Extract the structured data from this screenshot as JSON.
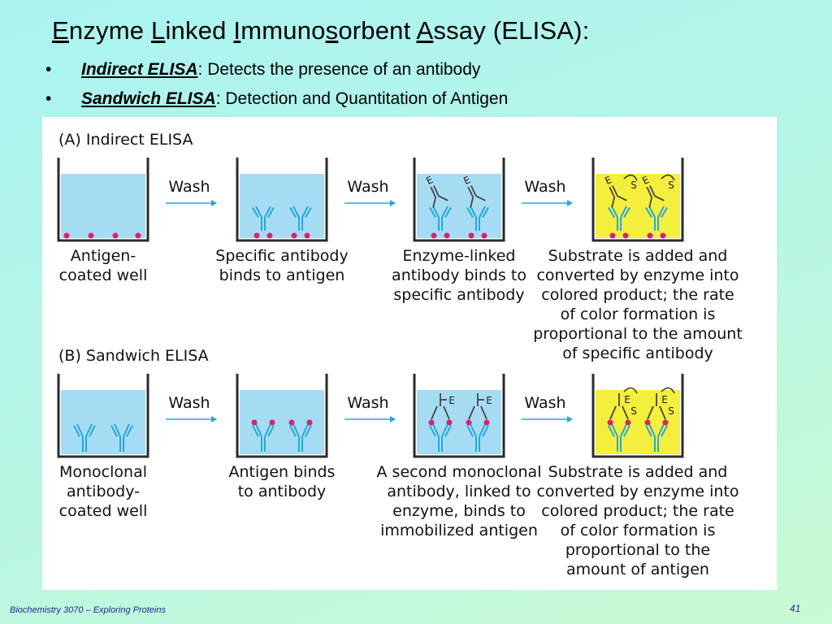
{
  "slide": {
    "title": {
      "parts": [
        {
          "text": "E",
          "underline": true
        },
        {
          "text": "nzyme ",
          "underline": false
        },
        {
          "text": "L",
          "underline": true
        },
        {
          "text": "inked ",
          "underline": false
        },
        {
          "text": "I",
          "underline": true
        },
        {
          "text": "mmuno",
          "underline": false
        },
        {
          "text": "s",
          "underline": true
        },
        {
          "text": "orbent ",
          "underline": false
        },
        {
          "text": "A",
          "underline": true
        },
        {
          "text": "ssay (ELISA):",
          "underline": false
        }
      ]
    },
    "bullets": [
      {
        "marker": "•",
        "keyword": "Indirect ELISA",
        "text": ": Detects the presence of an antibody"
      },
      {
        "marker": "•",
        "keyword": "Sandwich ELISA",
        "text": ": Detection and Quantitation of Antigen"
      }
    ],
    "footer": {
      "left": "Biochemistry 3070 – Exploring Proteins",
      "page_number": "41"
    }
  },
  "diagram": {
    "colors": {
      "liquid": "#a6dcf3",
      "substrate": "#f4ee3c",
      "well_outline": "#2b2b2b",
      "antigen": "#d6226e",
      "antibody": "#27a8d8",
      "arrow": "#2aa6dc"
    },
    "wash_label": "Wash",
    "panels": [
      {
        "id": "A",
        "heading": "(A)  Indirect ELISA",
        "steps": [
          {
            "contents": "antigen",
            "caption": [
              "Antigen-",
              "coated well"
            ]
          },
          {
            "contents": "antibody-on-antigen",
            "caption": [
              "Specific antibody",
              "binds to antigen"
            ]
          },
          {
            "contents": "enzyme-linked-antibody",
            "caption": [
              "Enzyme-linked",
              "antibody binds to",
              "specific antibody"
            ]
          },
          {
            "contents": "substrate-conversion",
            "caption": [
              "Substrate is added and",
              "converted by enzyme into",
              "colored product; the rate",
              "of color formation is",
              "proportional to the amount",
              "of specific antibody"
            ]
          }
        ]
      },
      {
        "id": "B",
        "heading": "(B)  Sandwich ELISA",
        "steps": [
          {
            "contents": "capture-antibody",
            "caption": [
              "Monoclonal",
              "antibody-",
              "coated well"
            ]
          },
          {
            "contents": "antigen-on-antibody",
            "caption": [
              "Antigen binds",
              "to antibody"
            ]
          },
          {
            "contents": "second-antibody-enzyme",
            "caption": [
              "A second monoclonal",
              "antibody, linked to",
              "enzyme, binds to",
              "immobilized antigen"
            ]
          },
          {
            "contents": "substrate-conversion",
            "caption": [
              "Substrate is added and",
              "converted by enzyme into",
              "colored product; the rate",
              "of color formation is",
              "proportional to the",
              "amount of antigen"
            ]
          }
        ]
      }
    ],
    "glyphs": {
      "enzyme": "E",
      "substrate": "S"
    }
  }
}
